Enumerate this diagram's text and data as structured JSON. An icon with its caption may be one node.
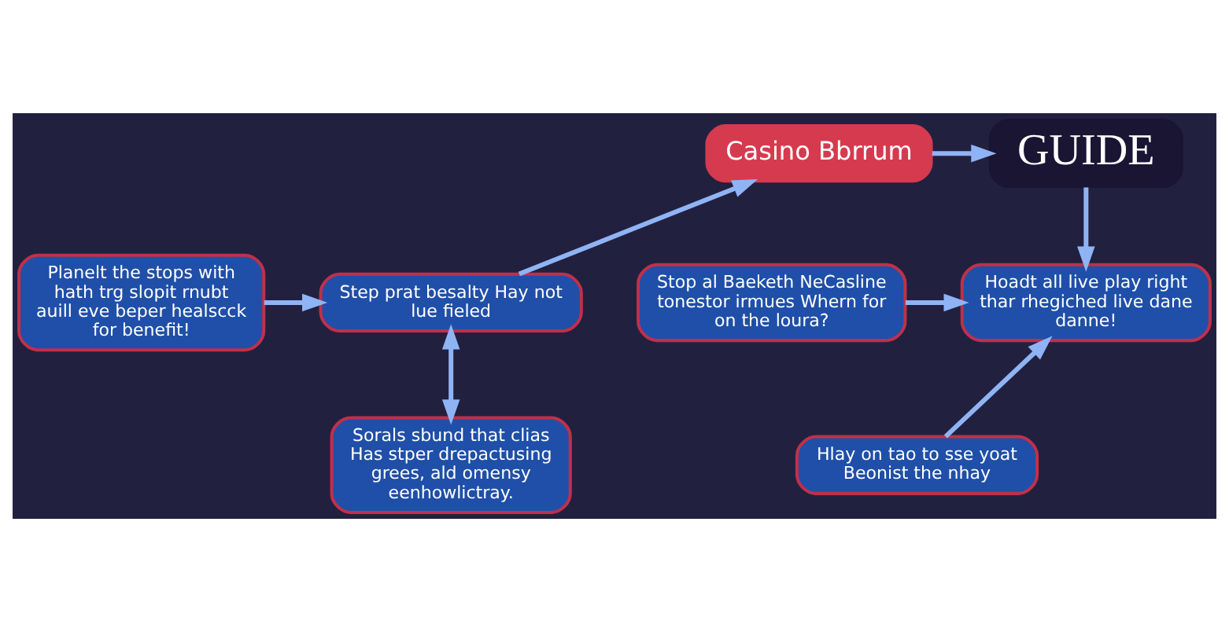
{
  "diagram": {
    "nodes": [
      {
        "text": [
          "Casino Bbrrum"
        ]
      },
      {
        "text": [
          "GUIDE"
        ]
      },
      {
        "text": [
          "Step prat besalty Hay not lue fieled"
        ]
      },
      {
        "text": [
          "Planelt the stops with hath trg slopit rnubt auill eve beper healscck for benefit!"
        ]
      },
      {
        "text": [
          "Stop al Baeketh NeCasline tonestor irmues Whern for on the loura?"
        ]
      },
      {
        "text": [
          "Hoadt all live play right thar rhegiched live dane danne!"
        ]
      },
      {
        "text": [
          "Sorals sbund that clias Has stper drepactusing grees, ald omensy eenhowlictray."
        ]
      },
      {
        "text": [
          "Hlay on tao to sse yoat Beonist the nhay"
        ]
      }
    ],
    "edges": [
      {
        "from": 2,
        "to": 0,
        "arrow": "to"
      },
      {
        "from": 0,
        "to": 1,
        "arrow": "to"
      },
      {
        "from": 1,
        "to": 5,
        "arrow": "to"
      },
      {
        "from": 3,
        "to": 2,
        "arrow": "to"
      },
      {
        "from": 4,
        "to": 5,
        "arrow": "to"
      },
      {
        "from": 2,
        "to": 6,
        "arrow": "both"
      },
      {
        "from": 7,
        "to": 5,
        "arrow": "to"
      }
    ]
  }
}
